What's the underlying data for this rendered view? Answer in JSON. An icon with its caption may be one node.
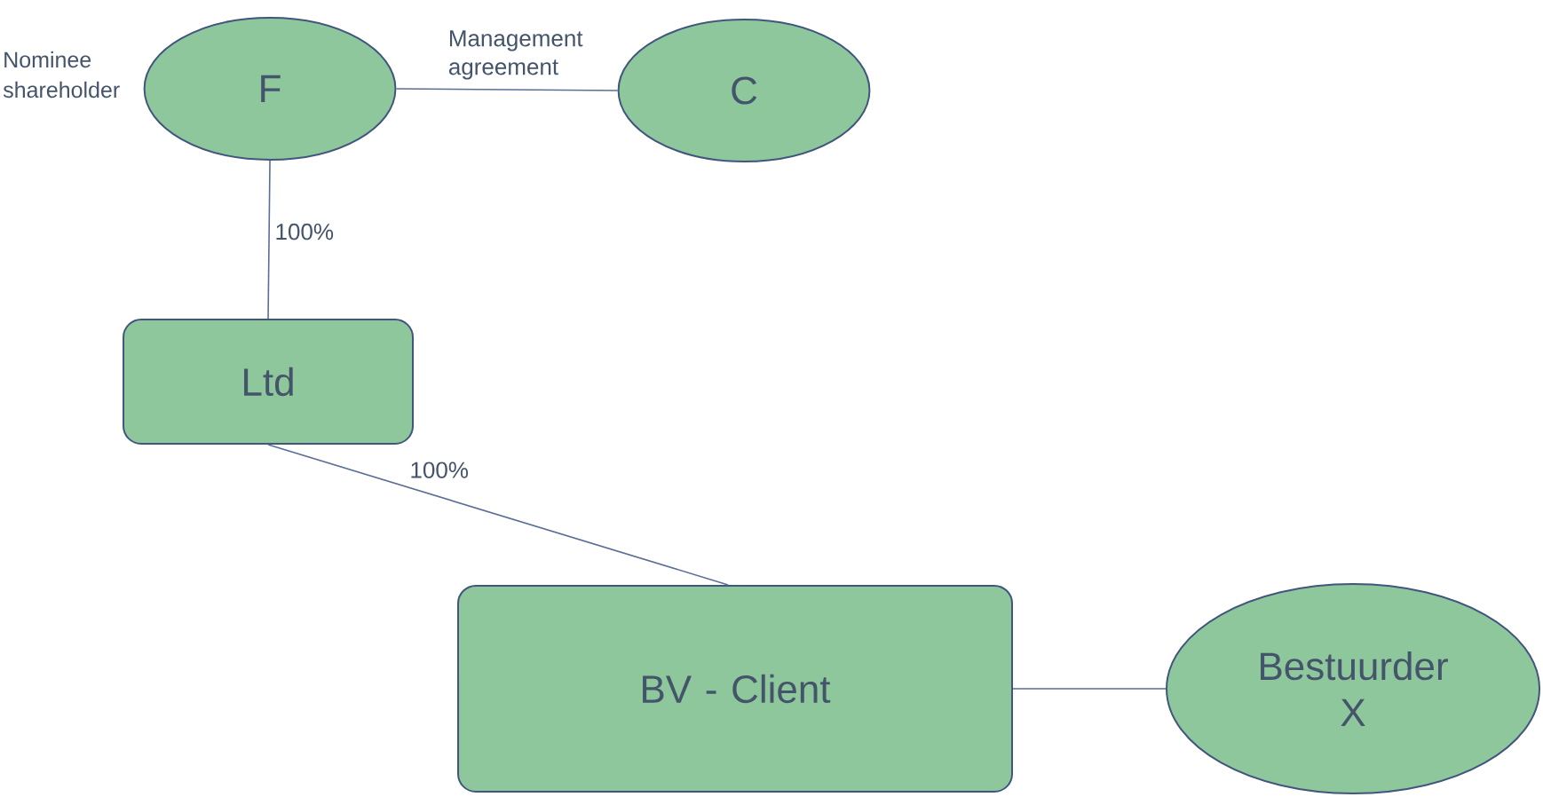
{
  "diagram": {
    "nodes": [
      {
        "text": [
          "F"
        ],
        "beside": [
          "Nominee shareholder"
        ]
      },
      {
        "text": [
          "C"
        ]
      },
      {
        "text": [
          "Ltd"
        ]
      },
      {
        "text": [
          "BV - Client"
        ]
      },
      {
        "text": [
          "Bestuurder X"
        ]
      }
    ],
    "edges": [
      {
        "from": 0,
        "to": 1,
        "arrow": "none",
        "label": "Management agreement"
      },
      {
        "from": 0,
        "to": 2,
        "arrow": "none",
        "label": "100%"
      },
      {
        "from": 2,
        "to": 3,
        "arrow": "none",
        "label": "100%"
      },
      {
        "from": 3,
        "to": 4,
        "arrow": "none"
      }
    ]
  }
}
